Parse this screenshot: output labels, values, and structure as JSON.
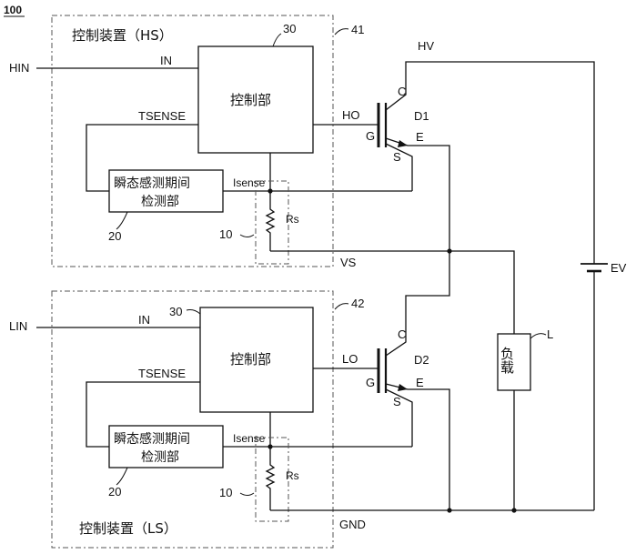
{
  "figure_number": "100",
  "hs": {
    "title": "控制装置（HS）",
    "ref_device": "41",
    "ref_controller": "30",
    "controller_label": "控制部",
    "detector_line1": "瞬态感测期间",
    "detector_line2": "检测部",
    "ref_detector": "20",
    "ref_resistor": "10",
    "in_label": "IN",
    "tsense_label": "TSENSE",
    "isense_label": "Isense",
    "rs_label": "Rs",
    "input_pin": "HIN",
    "output_label": "HO",
    "transistor_label": "D1",
    "gate_label": "G",
    "collector_label": "C",
    "emitter_label": "E",
    "sense_label": "S",
    "ground_label": "VS",
    "supply_label": "HV"
  },
  "ls": {
    "title": "控制装置（LS）",
    "ref_device": "42",
    "ref_controller": "30",
    "controller_label": "控制部",
    "detector_line1": "瞬态感测期间",
    "detector_line2": "检测部",
    "ref_detector": "20",
    "ref_resistor": "10",
    "in_label": "IN",
    "tsense_label": "TSENSE",
    "isense_label": "Isense",
    "rs_label": "Rs",
    "input_pin": "LIN",
    "output_label": "LO",
    "transistor_label": "D2",
    "gate_label": "G",
    "collector_label": "C",
    "emitter_label": "E",
    "sense_label": "S",
    "ground_label": "GND"
  },
  "supply": {
    "label": "EV"
  },
  "load": {
    "label": "负载",
    "ref": "L"
  }
}
